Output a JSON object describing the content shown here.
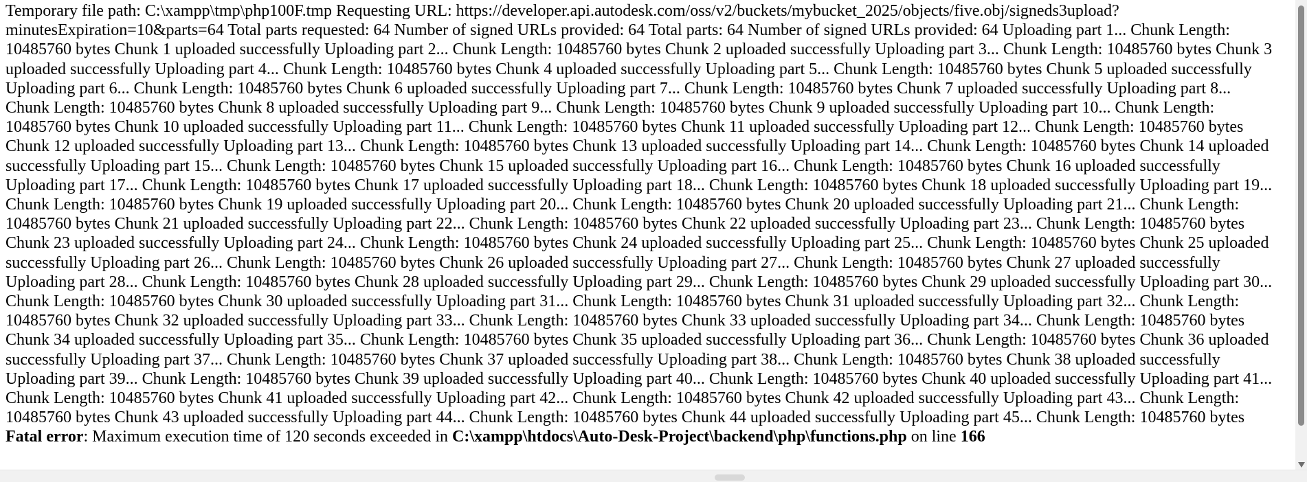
{
  "log": {
    "text": "Temporary file path: C:\\xampp\\tmp\\php100F.tmp Requesting URL: https://developer.api.autodesk.com/oss/v2/buckets/mybucket_2025/objects/five.obj/signeds3upload?minutesExpiration=10&parts=64 Total parts requested: 64 Number of signed URLs provided: 64 Total parts: 64 Number of signed URLs provided: 64 Uploading part 1... Chunk Length: 10485760 bytes Chunk 1 uploaded successfully Uploading part 2... Chunk Length: 10485760 bytes Chunk 2 uploaded successfully Uploading part 3... Chunk Length: 10485760 bytes Chunk 3 uploaded successfully Uploading part 4... Chunk Length: 10485760 bytes Chunk 4 uploaded successfully Uploading part 5... Chunk Length: 10485760 bytes Chunk 5 uploaded successfully Uploading part 6... Chunk Length: 10485760 bytes Chunk 6 uploaded successfully Uploading part 7... Chunk Length: 10485760 bytes Chunk 7 uploaded successfully Uploading part 8... Chunk Length: 10485760 bytes Chunk 8 uploaded successfully Uploading part 9... Chunk Length: 10485760 bytes Chunk 9 uploaded successfully Uploading part 10... Chunk Length: 10485760 bytes Chunk 10 uploaded successfully Uploading part 11... Chunk Length: 10485760 bytes Chunk 11 uploaded successfully Uploading part 12... Chunk Length: 10485760 bytes Chunk 12 uploaded successfully Uploading part 13... Chunk Length: 10485760 bytes Chunk 13 uploaded successfully Uploading part 14... Chunk Length: 10485760 bytes Chunk 14 uploaded successfully Uploading part 15... Chunk Length: 10485760 bytes Chunk 15 uploaded successfully Uploading part 16... Chunk Length: 10485760 bytes Chunk 16 uploaded successfully Uploading part 17... Chunk Length: 10485760 bytes Chunk 17 uploaded successfully Uploading part 18... Chunk Length: 10485760 bytes Chunk 18 uploaded successfully Uploading part 19... Chunk Length: 10485760 bytes Chunk 19 uploaded successfully Uploading part 20... Chunk Length: 10485760 bytes Chunk 20 uploaded successfully Uploading part 21... Chunk Length: 10485760 bytes Chunk 21 uploaded successfully Uploading part 22... Chunk Length: 10485760 bytes Chunk 22 uploaded successfully Uploading part 23... Chunk Length: 10485760 bytes Chunk 23 uploaded successfully Uploading part 24... Chunk Length: 10485760 bytes Chunk 24 uploaded successfully Uploading part 25... Chunk Length: 10485760 bytes Chunk 25 uploaded successfully Uploading part 26... Chunk Length: 10485760 bytes Chunk 26 uploaded successfully Uploading part 27... Chunk Length: 10485760 bytes Chunk 27 uploaded successfully Uploading part 28... Chunk Length: 10485760 bytes Chunk 28 uploaded successfully Uploading part 29... Chunk Length: 10485760 bytes Chunk 29 uploaded successfully Uploading part 30... Chunk Length: 10485760 bytes Chunk 30 uploaded successfully Uploading part 31... Chunk Length: 10485760 bytes Chunk 31 uploaded successfully Uploading part 32... Chunk Length: 10485760 bytes Chunk 32 uploaded successfully Uploading part 33... Chunk Length: 10485760 bytes Chunk 33 uploaded successfully Uploading part 34... Chunk Length: 10485760 bytes Chunk 34 uploaded successfully Uploading part 35... Chunk Length: 10485760 bytes Chunk 35 uploaded successfully Uploading part 36... Chunk Length: 10485760 bytes Chunk 36 uploaded successfully Uploading part 37... Chunk Length: 10485760 bytes Chunk 37 uploaded successfully Uploading part 38... Chunk Length: 10485760 bytes Chunk 38 uploaded successfully Uploading part 39... Chunk Length: 10485760 bytes Chunk 39 uploaded successfully Uploading part 40... Chunk Length: 10485760 bytes Chunk 40 uploaded successfully Uploading part 41... Chunk Length: 10485760 bytes Chunk 41 uploaded successfully Uploading part 42... Chunk Length: 10485760 bytes Chunk 42 uploaded successfully Uploading part 43... Chunk Length: 10485760 bytes Chunk 43 uploaded successfully Uploading part 44... Chunk Length: 10485760 bytes Chunk 44 uploaded successfully Uploading part 45... Chunk Length: 10485760 bytes"
  },
  "error": {
    "label": "Fatal error",
    "separator": ": ",
    "message": "Maximum execution time of 120 seconds exceeded in ",
    "file": "C:\\xampp\\htdocs\\Auto-Desk-Project\\backend\\php\\functions.php",
    "line_prefix": " on line ",
    "line": "166"
  },
  "scrollbars": {
    "vertical_icon": "scroll-down-arrow-icon",
    "colors": {
      "track": "#f1f1f1",
      "thumb": "#8b8b8b"
    }
  }
}
